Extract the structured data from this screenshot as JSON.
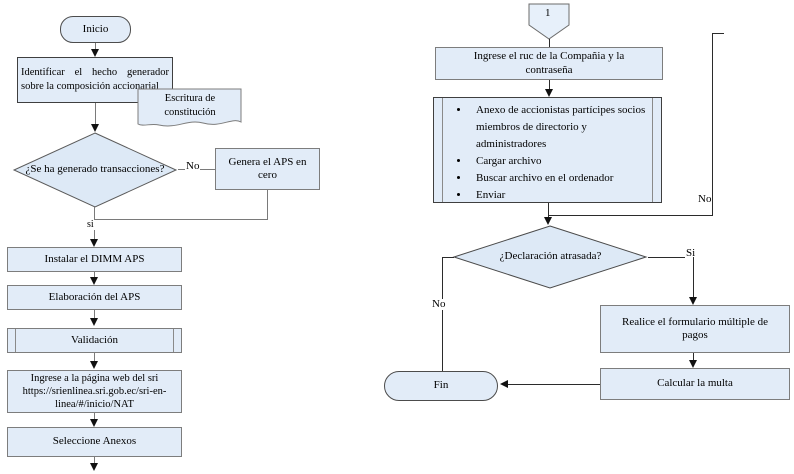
{
  "flowchart": {
    "left": {
      "start": "Inicio",
      "identify": "Identificar el hecho generador sobre la composición accionarial",
      "document": "Escritura de constitución",
      "decision1": "¿Se ha generado transacciones?",
      "decision1_no": "No",
      "decision1_yes": "si",
      "genera": "Genera el APS en cero",
      "instalar": "Instalar el DIMM APS",
      "elaboracion": "Elaboración del APS",
      "validacion": "Validación",
      "web_intro": "Ingrese a la página web del sri",
      "web_url": "https://srienlinea.sri.gob.ec/sri-en-linea/#/inicio/NAT",
      "anexos": "Seleccione Anexos"
    },
    "right": {
      "connector": "1",
      "ruc": "Ingrese el ruc de la Compañia y la contraseña",
      "bullets": [
        "Anexo de accionistas partícipes socios miembros de directorio y administradores",
        "Cargar archivo",
        "Buscar archivo en el ordenador",
        "Enviar"
      ],
      "decision2": "¿Declaración atrasada?",
      "decision2_si": "Si",
      "decision2_no": "No",
      "return_no": "No",
      "realice": "Realice el formulario múltiple de pagos",
      "calcular": "Calcular la multa",
      "fin": "Fin"
    },
    "colors": {
      "shape_fill": "#e2ecf8",
      "shape_border": "#7d7d7d",
      "line": "#2b2b2b"
    }
  }
}
